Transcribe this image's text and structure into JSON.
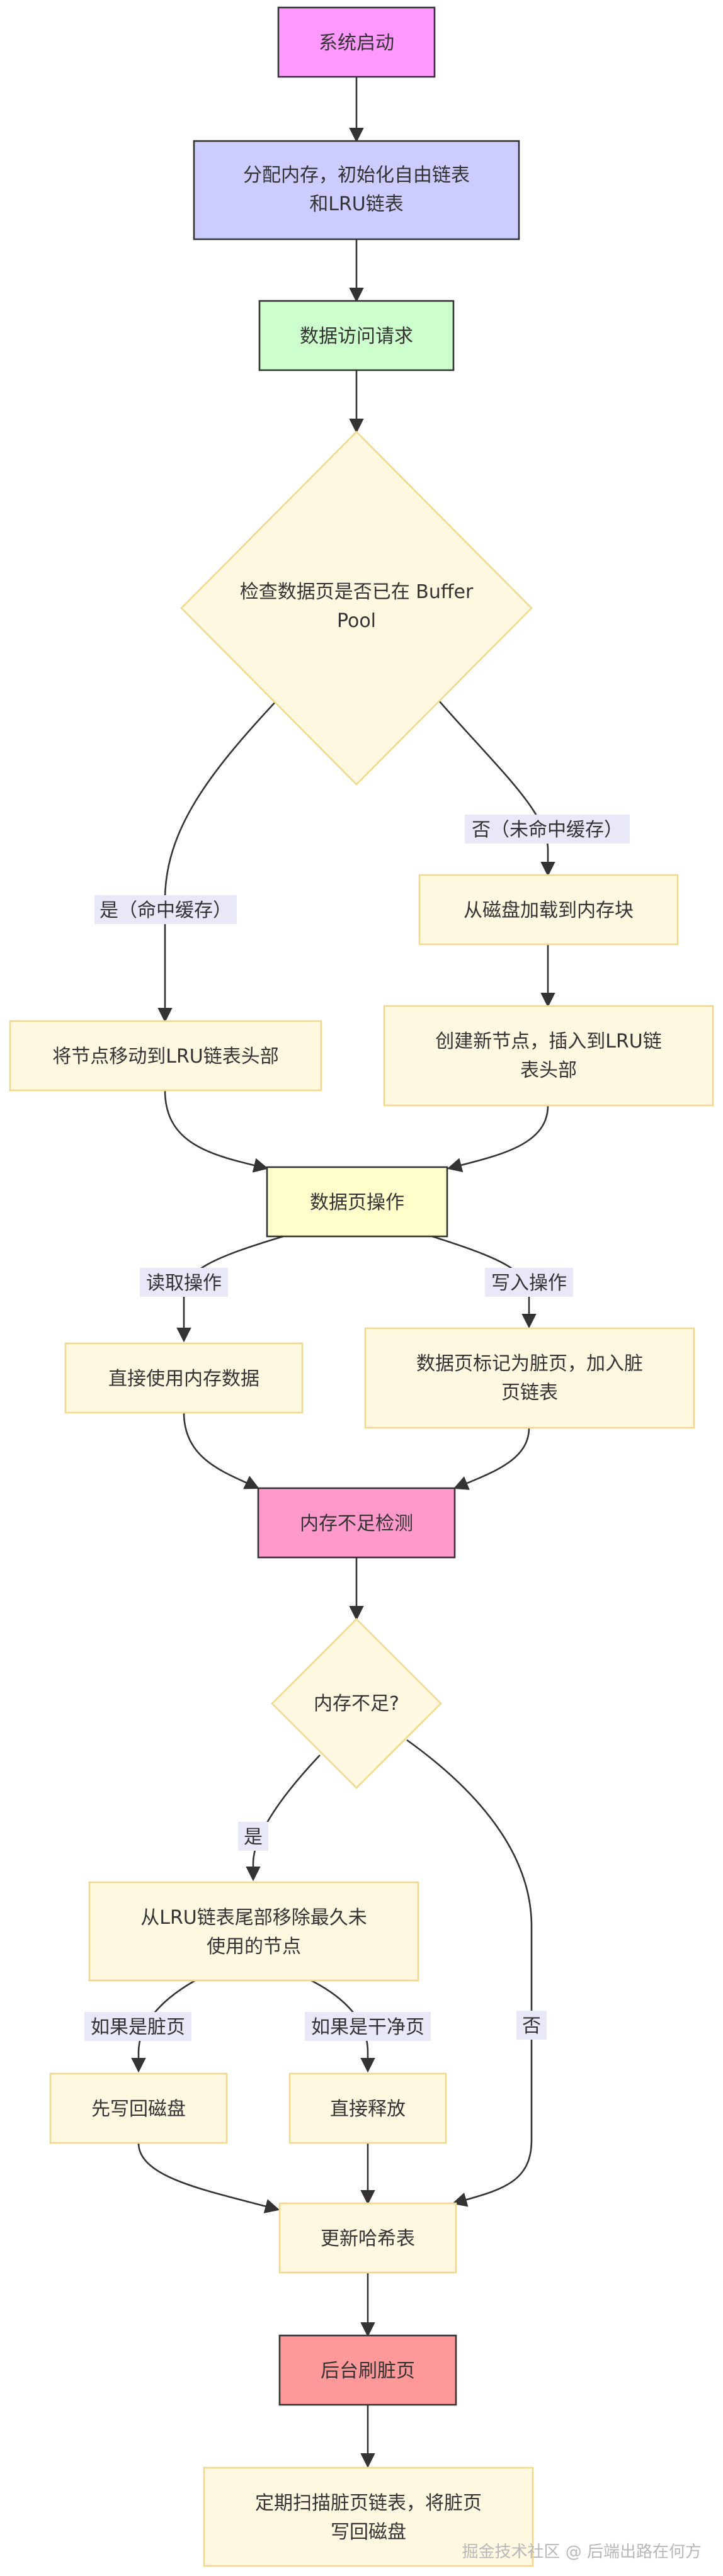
{
  "nodes": {
    "start": {
      "lines": [
        "系统启动"
      ]
    },
    "alloc": {
      "lines": [
        "分配内存，初始化自由链表",
        "和LRU链表"
      ]
    },
    "request": {
      "lines": [
        "数据访问请求"
      ]
    },
    "check": {
      "lines": [
        "检查数据页是否已在 Buffer",
        "Pool"
      ]
    },
    "load": {
      "lines": [
        "从磁盘加载到内存块"
      ]
    },
    "move_head": {
      "lines": [
        "将节点移动到LRU链表头部"
      ]
    },
    "create": {
      "lines": [
        "创建新节点，插入到LRU链",
        "表头部"
      ]
    },
    "page_op": {
      "lines": [
        "数据页操作"
      ]
    },
    "use_mem": {
      "lines": [
        "直接使用内存数据"
      ]
    },
    "mark_dirty": {
      "lines": [
        "数据页标记为脏页，加入脏",
        "页链表"
      ]
    },
    "mem_check": {
      "lines": [
        "内存不足检测"
      ]
    },
    "mem_low": {
      "lines": [
        "内存不足?"
      ]
    },
    "evict": {
      "lines": [
        "从LRU链表尾部移除最久未",
        "使用的节点"
      ]
    },
    "write_back": {
      "lines": [
        "先写回磁盘"
      ]
    },
    "release": {
      "lines": [
        "直接释放"
      ]
    },
    "update_hash": {
      "lines": [
        "更新哈希表"
      ]
    },
    "flush": {
      "lines": [
        "后台刷脏页"
      ]
    },
    "scan": {
      "lines": [
        "定期扫描脏页链表，将脏页",
        "写回磁盘"
      ]
    }
  },
  "edge_labels": {
    "hit": "是（命中缓存）",
    "miss": "否（未命中缓存）",
    "read": "读取操作",
    "write": "写入操作",
    "yes": "是",
    "no": "否",
    "dirty": "如果是脏页",
    "clean": "如果是干净页"
  },
  "watermark": "掘金技术社区 @ 后端出路在何方",
  "colors": {
    "start": "#ff99ff",
    "alloc": "#ccccff",
    "request": "#ccffcc",
    "default_fill": "#fff8e1",
    "default_stroke": "#f0d98c",
    "page_op": "#ffffcc",
    "mem_check": "#ff99cc",
    "flush": "#ff9999",
    "dark_stroke": "#333333"
  }
}
